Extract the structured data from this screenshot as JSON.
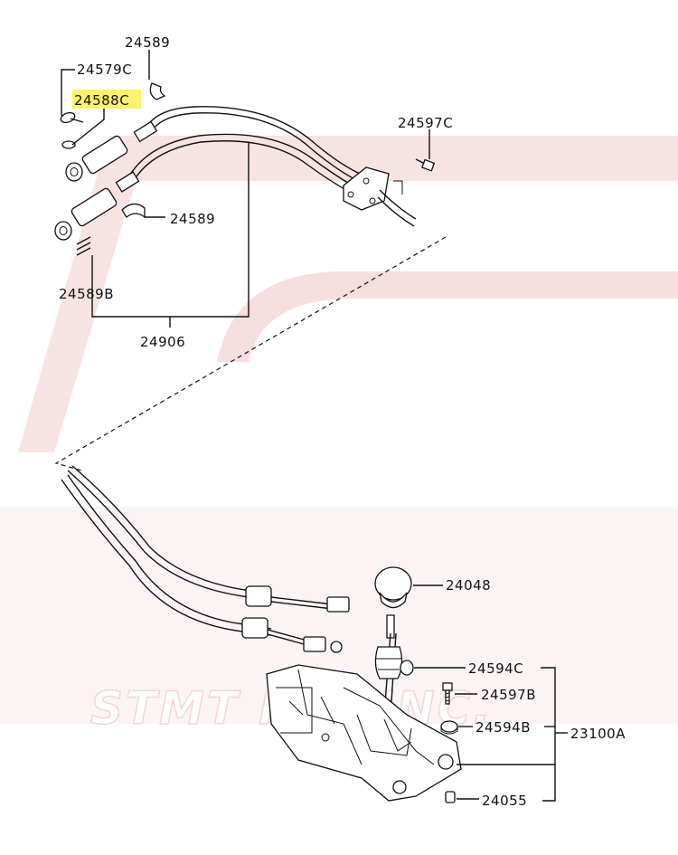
{
  "colors": {
    "highlight": "#fff16a",
    "watermark": "#e9b3b3",
    "ink": "#111111"
  },
  "watermark": {
    "text": "STMT  ING INC."
  },
  "labels": {
    "p24589_top": "24589",
    "p24579C": "24579C",
    "p24588C": "24588C",
    "p24597C": "24597C",
    "p24589_mid": "24589",
    "p24589B": "24589B",
    "p24906": "24906",
    "p24048": "24048",
    "p24594C": "24594C",
    "p24597B": "24597B",
    "p24594B": "24594B",
    "p23100A": "23100A",
    "p24055": "24055"
  }
}
